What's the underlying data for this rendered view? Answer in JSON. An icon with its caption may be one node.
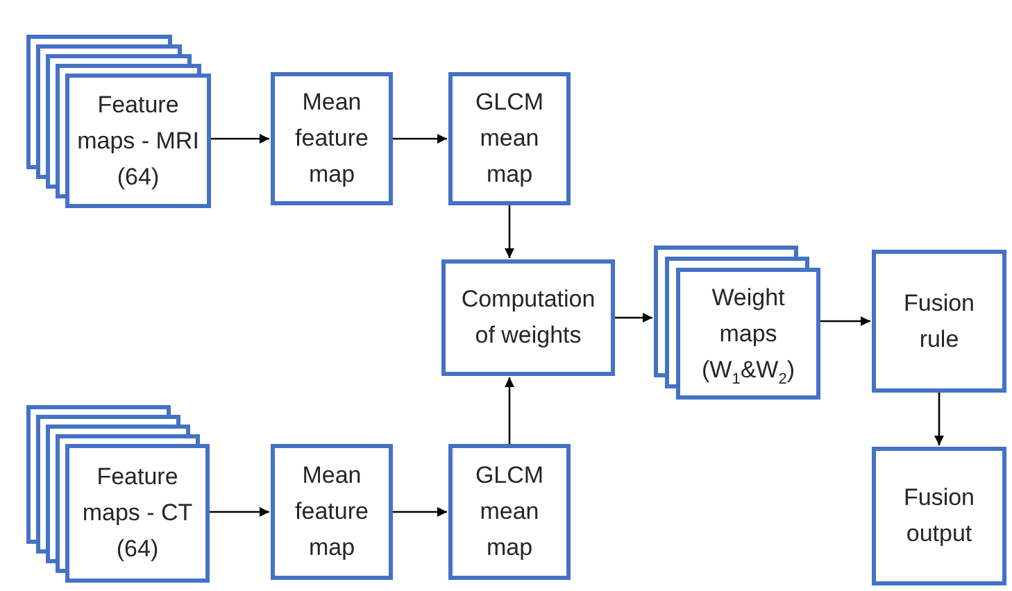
{
  "diagram": {
    "nodes": [
      {
        "text": [
          "Feature maps - MRI (64)"
        ]
      },
      {
        "text": [
          "Mean feature map"
        ]
      },
      {
        "text": [
          "GLCM mean map"
        ]
      },
      {
        "text": [
          "Computation of weights"
        ]
      },
      {
        "text": [
          "Weight maps (W$_{1}$&W$_{2}$)"
        ]
      },
      {
        "text": [
          "Fusion rule"
        ]
      },
      {
        "text": [
          "Feature maps - CT (64)"
        ]
      },
      {
        "text": [
          "Mean feature map"
        ]
      },
      {
        "text": [
          "GLCM mean map"
        ]
      },
      {
        "text": [
          "Fusion output"
        ]
      }
    ],
    "edges": [
      {
        "from": 0,
        "to": 1,
        "arrow": "to"
      },
      {
        "from": 1,
        "to": 2,
        "arrow": "to"
      },
      {
        "from": 2,
        "to": 3,
        "arrow": "to"
      },
      {
        "from": 3,
        "to": 4,
        "arrow": "to"
      },
      {
        "from": 4,
        "to": 5,
        "arrow": "to"
      },
      {
        "from": 5,
        "to": 9,
        "arrow": "to"
      },
      {
        "from": 6,
        "to": 7,
        "arrow": "to"
      },
      {
        "from": 7,
        "to": 8,
        "arrow": "to"
      },
      {
        "from": 8,
        "to": 3,
        "arrow": "to"
      }
    ]
  }
}
